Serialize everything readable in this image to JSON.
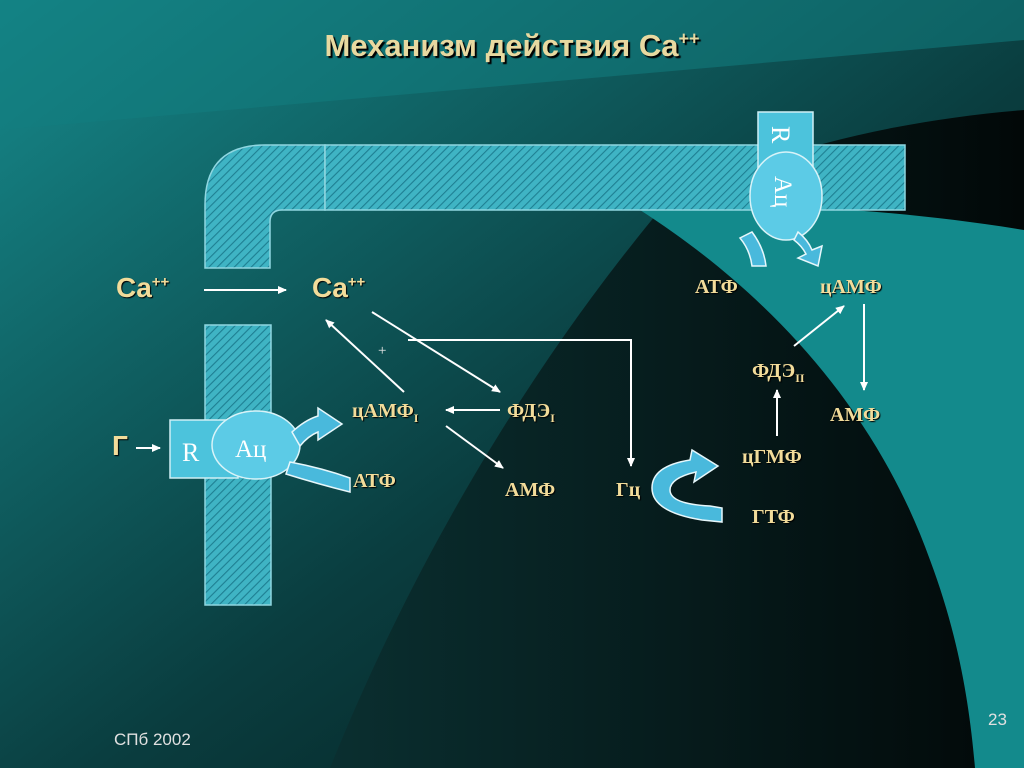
{
  "slide": {
    "title_main": "Механизм действия Ca",
    "title_sup": "++",
    "footer": "СПб 2002",
    "page_number": "23"
  },
  "labels": {
    "ca_left": "Ca",
    "ca_right": "Ca",
    "ca_sup": "++",
    "hormone": "Г",
    "camp_1": "цАМФ",
    "camp_1_sub": "I",
    "pde_1": "ФДЭ",
    "pde_1_sub": "I",
    "atp_left": "АТФ",
    "amp_mid": "АМФ",
    "guanylate_cyclase": "Гц",
    "plus_sign": "+",
    "atp_right": "АТФ",
    "camp_right": "цАМФ",
    "pde_2": "ФДЭ",
    "pde_2_sub": "II",
    "amp_right": "АМФ",
    "cgmp": "цГМФ",
    "gtp": "ГТФ",
    "receptor_left": "R",
    "adenylate_cyclase_left": "Ац",
    "receptor_right": "R",
    "adenylate_cyclase_right": "Ац"
  },
  "colors": {
    "background_teal": "#138a8c",
    "background_dark": "#071a1b",
    "membrane": "#3fb8c8",
    "enzyme": "#5ccbe6",
    "label_text": "#f2dc9a"
  }
}
